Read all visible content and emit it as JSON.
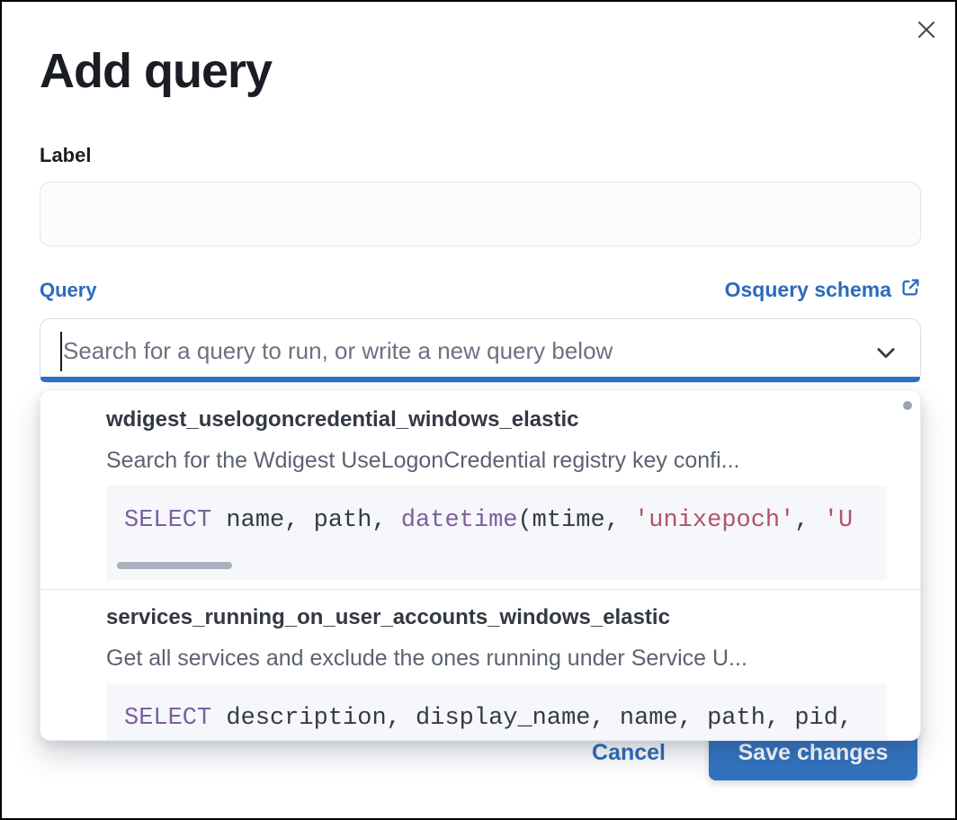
{
  "modal": {
    "title": "Add query"
  },
  "icons": {
    "close": "close-icon",
    "external_link": "external-link-icon",
    "chevron": "chevron-down-icon"
  },
  "label_field": {
    "label": "Label",
    "value": "",
    "placeholder": ""
  },
  "query_field": {
    "label": "Query",
    "schema_link_label": "Osquery schema",
    "placeholder": "Search for a query to run, or write a new query below",
    "value": ""
  },
  "dropdown": {
    "options": [
      {
        "title": "wdigest_uselogoncredential_windows_elastic",
        "description": "Search for the Wdigest UseLogonCredential registry key confi...",
        "code": [
          {
            "t": "kw",
            "v": "SELECT"
          },
          {
            "t": "plain",
            "v": " name, path, "
          },
          {
            "t": "kw",
            "v": "datetime"
          },
          {
            "t": "plain",
            "v": "(mtime, "
          },
          {
            "t": "str",
            "v": "'unixepoch'"
          },
          {
            "t": "plain",
            "v": ", "
          },
          {
            "t": "str",
            "v": "'U"
          }
        ],
        "has_horizontal_scrollbar": true
      },
      {
        "title": "services_running_on_user_accounts_windows_elastic",
        "description": "Get all services and exclude the ones running under Service U...",
        "code": [
          {
            "t": "kw",
            "v": "SELECT"
          },
          {
            "t": "plain",
            "v": " description, display_name, name, path, pid,"
          }
        ],
        "has_horizontal_scrollbar": false
      }
    ]
  },
  "footer": {
    "cancel_label": "Cancel",
    "save_label": "Save changes"
  },
  "colors": {
    "accent_blue": "#2b6bbd",
    "focus_blue": "#2f70c4",
    "button_blue": "#3273c0",
    "keyword_purple": "#7d5fa0",
    "string_red": "#b1536f",
    "text_dark": "#1a1d23",
    "title_dark": "#333842",
    "text_gray": "#5b6271"
  }
}
